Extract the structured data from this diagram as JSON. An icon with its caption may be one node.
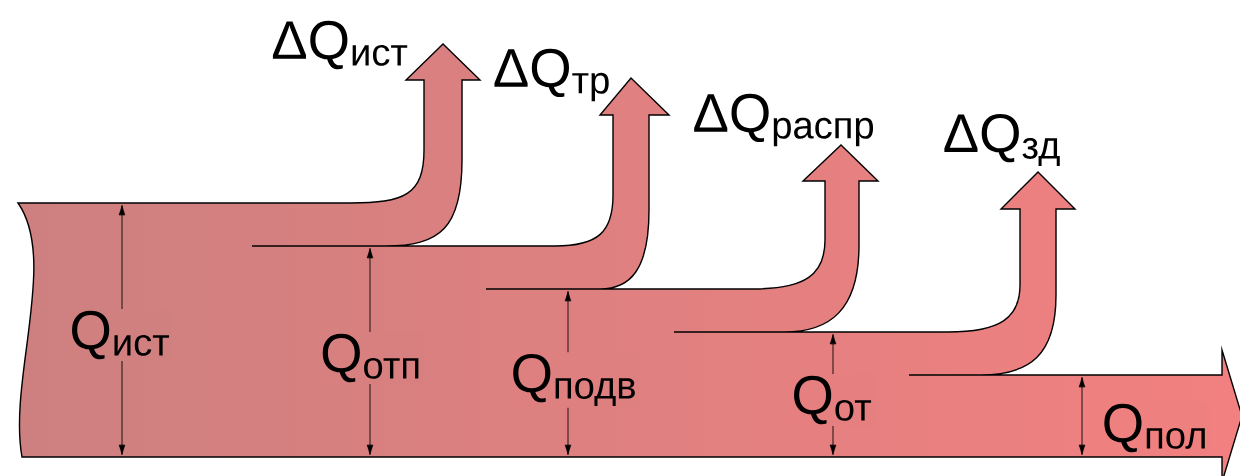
{
  "diagram": {
    "labels": [
      "ΔQ$_{ист}$",
      "ΔQ$_{тр}$",
      "ΔQ$_{распр}$",
      "ΔQ$_{зд}$",
      "Q$_{ист}$",
      "Q$_{отп}$",
      "Q$_{подв}$",
      "Q$_{от}$",
      "Q$_{пол}$"
    ]
  }
}
